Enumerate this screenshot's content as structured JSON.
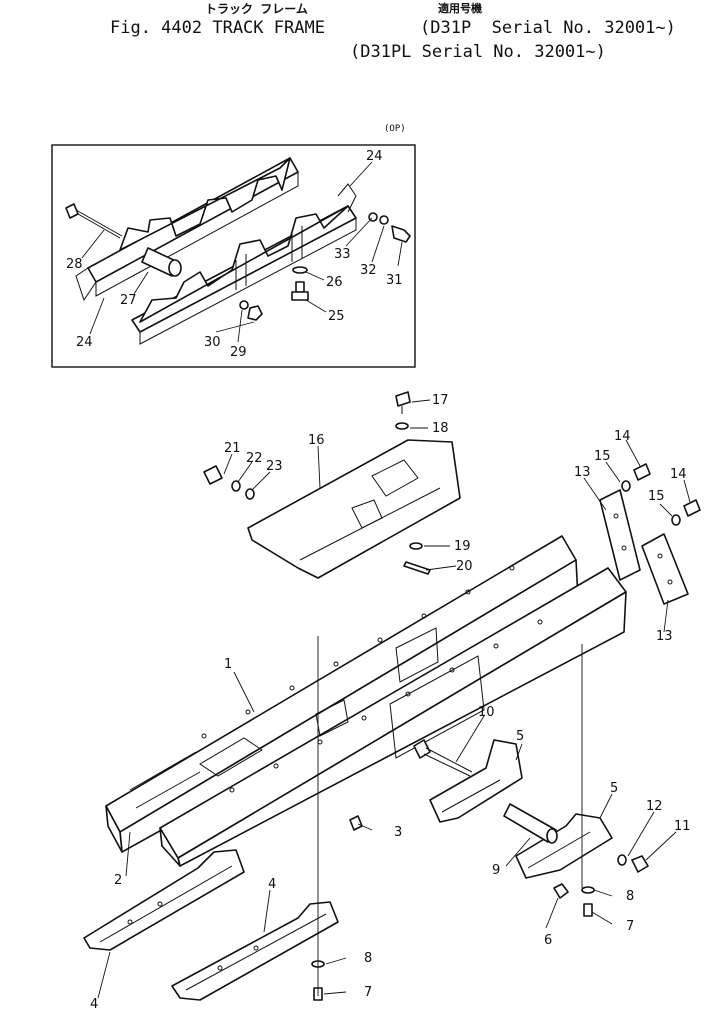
{
  "header": {
    "jp_title": "トラック フレーム",
    "jp_applicability": "適用号機",
    "title": "Fig. 4402 TRACK FRAME",
    "model_line_1": "(D31P  Serial No. 32001~)",
    "model_line_2": "(D31PL Serial No. 32001~)"
  },
  "inset": {
    "option_label": "(OP)"
  },
  "callouts": {
    "c1": "1",
    "c2": "2",
    "c3": "3",
    "c4a": "4",
    "c4b": "4",
    "c5a": "5",
    "c5b": "5",
    "c6": "6",
    "c7a": "7",
    "c7b": "7",
    "c8a": "8",
    "c8b": "8",
    "c9": "9",
    "c10": "10",
    "c11": "11",
    "c12": "12",
    "c13a": "13",
    "c13b": "13",
    "c14a": "14",
    "c14b": "14",
    "c15a": "15",
    "c15b": "15",
    "c16": "16",
    "c17": "17",
    "c18": "18",
    "c19": "19",
    "c20": "20",
    "c21": "21",
    "c22": "22",
    "c23": "23",
    "c24a": "24",
    "c24b": "24",
    "c25": "25",
    "c26": "26",
    "c27": "27",
    "c28": "28",
    "c29": "29",
    "c30": "30",
    "c31": "31",
    "c32": "32",
    "c33": "33"
  }
}
